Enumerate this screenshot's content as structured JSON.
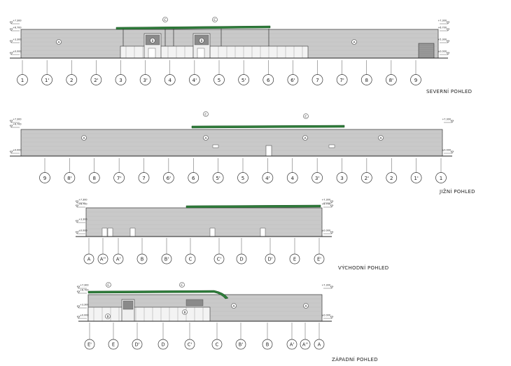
{
  "views": [
    {
      "id": "north",
      "title": "SEVERNÍ POHLED",
      "axes": [
        "1",
        "1'",
        "2",
        "2'",
        "3",
        "3'",
        "4",
        "4'",
        "5",
        "5'",
        "6",
        "6'",
        "7",
        "7'",
        "8",
        "8'",
        "9"
      ],
      "levels_left": [
        "+7.300",
        "+6.700",
        "+3.300",
        "±0.000"
      ],
      "levels_right": [
        "+7.300",
        "+6.700",
        "+5.300",
        "±0.000"
      ],
      "zone_labels": [
        "A",
        "B",
        "B",
        "A"
      ],
      "canopy_labels": [
        "C",
        "C"
      ]
    },
    {
      "id": "south",
      "title": "JIŽNÍ POHLED",
      "axes": [
        "9",
        "8'",
        "8",
        "7'",
        "7",
        "6'",
        "6",
        "5'",
        "5",
        "4'",
        "4",
        "3'",
        "3",
        "2'",
        "2",
        "1'",
        "1"
      ],
      "levels_left": [
        "+7.300",
        "+6.700",
        "±0.000"
      ],
      "levels_right": [
        "+7.300",
        "±0.000"
      ],
      "zone_labels": [
        "A",
        "A",
        "A",
        "A"
      ],
      "canopy_labels": [
        "C",
        "C"
      ]
    },
    {
      "id": "east",
      "title": "VÝCHODNÍ POHLED",
      "axes": [
        "A",
        "A''",
        "A'",
        "B",
        "B'",
        "C",
        "C'",
        "D",
        "D'",
        "E",
        "E'"
      ],
      "levels_left": [
        "+7.300",
        "+6.700",
        "+3.300",
        "±0.000"
      ],
      "levels_right": [
        "+7.300",
        "+6.700",
        "±0.000"
      ],
      "zone_labels": [],
      "canopy_labels": []
    },
    {
      "id": "west",
      "title": "ZÁPADNÍ POHLED",
      "axes": [
        "E'",
        "E",
        "D'",
        "D",
        "C'",
        "C",
        "B'",
        "B",
        "A'",
        "A''",
        "A"
      ],
      "levels_left": [
        "+7.300",
        "+6.700",
        "+3.300",
        "±0.000"
      ],
      "levels_right": [
        "+7.300",
        "±0.000"
      ],
      "zone_labels": [
        "B",
        "B",
        "A",
        "A"
      ],
      "canopy_labels": [
        "C",
        "C"
      ]
    }
  ],
  "colors": {
    "wall": "#c9c9c9",
    "canopy": "#2e7d3a",
    "line": "#333333",
    "panel": "#8a8a8a"
  }
}
